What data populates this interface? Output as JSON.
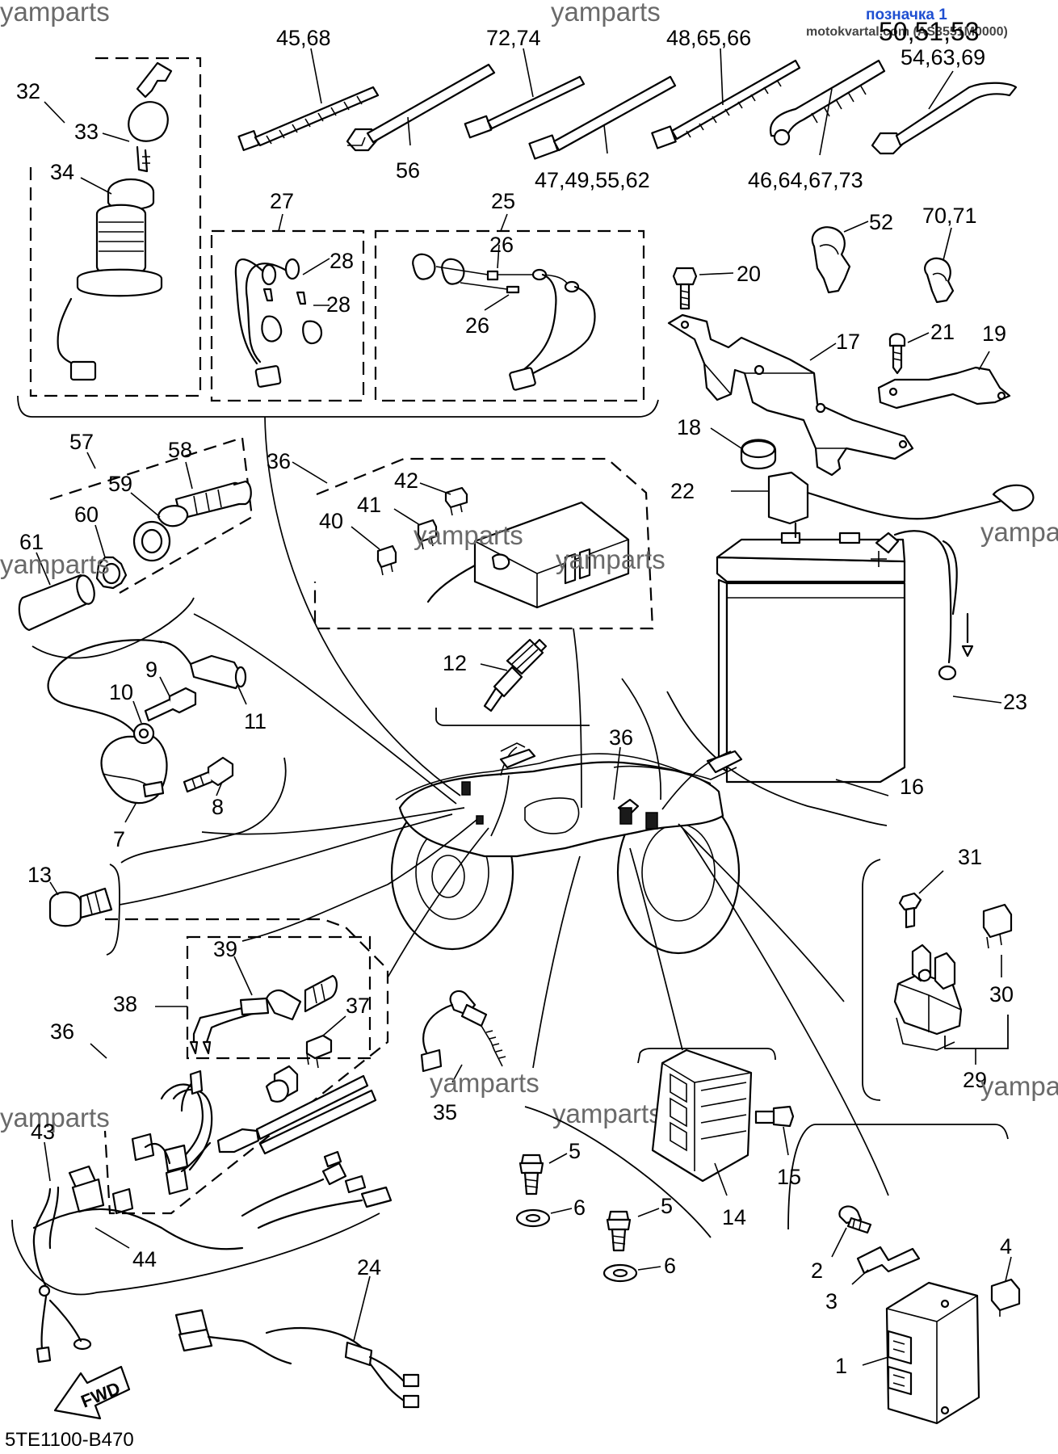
{
  "watermarks": {
    "text": "yamparts",
    "source_note": "motokvartal.com (AS3551M0000)",
    "badge": "позначка 1"
  },
  "diagram_code": "5TE1100-B470",
  "fwd_label": "FWD",
  "callouts": {
    "c45_68": "45,68",
    "c72_74": "72,74",
    "c48_65_66": "48,65,66",
    "c50_51_53": "50,51,53",
    "c54_63_69": "54,63,69",
    "c56": "56",
    "c47_49_55_62": "47,49,55,62",
    "c46_64_67_73": "46,64,67,73",
    "c32": "32",
    "c33": "33",
    "c34": "34",
    "c27": "27",
    "c28a": "28",
    "c28b": "28",
    "c25": "25",
    "c26a": "26",
    "c26b": "26",
    "c52": "52",
    "c70_71": "70,71",
    "c20": "20",
    "c21": "21",
    "c19": "19",
    "c17": "17",
    "c18": "18",
    "c22": "22",
    "c57": "57",
    "c58": "58",
    "c59": "59",
    "c60": "60",
    "c61": "61",
    "c36a": "36",
    "c42": "42",
    "c41": "41",
    "c40": "40",
    "c9": "9",
    "c10": "10",
    "c11": "11",
    "c8": "8",
    "c7": "7",
    "c12": "12",
    "c36b": "36",
    "c23": "23",
    "c16": "16",
    "c13": "13",
    "c39": "39",
    "c38": "38",
    "c37": "37",
    "c36c": "36",
    "c35": "35",
    "c31": "31",
    "c30": "30",
    "c29": "29",
    "c43": "43",
    "c44": "44",
    "c5a": "5",
    "c6a": "6",
    "c5b": "5",
    "c6b": "6",
    "c14": "14",
    "c15": "15",
    "c24": "24",
    "c2": "2",
    "c3": "3",
    "c4": "4",
    "c1": "1"
  },
  "colors": {
    "line": "#000000",
    "background": "#ffffff",
    "watermark": "#6a6a6a",
    "badge": "#1f4fd1"
  }
}
